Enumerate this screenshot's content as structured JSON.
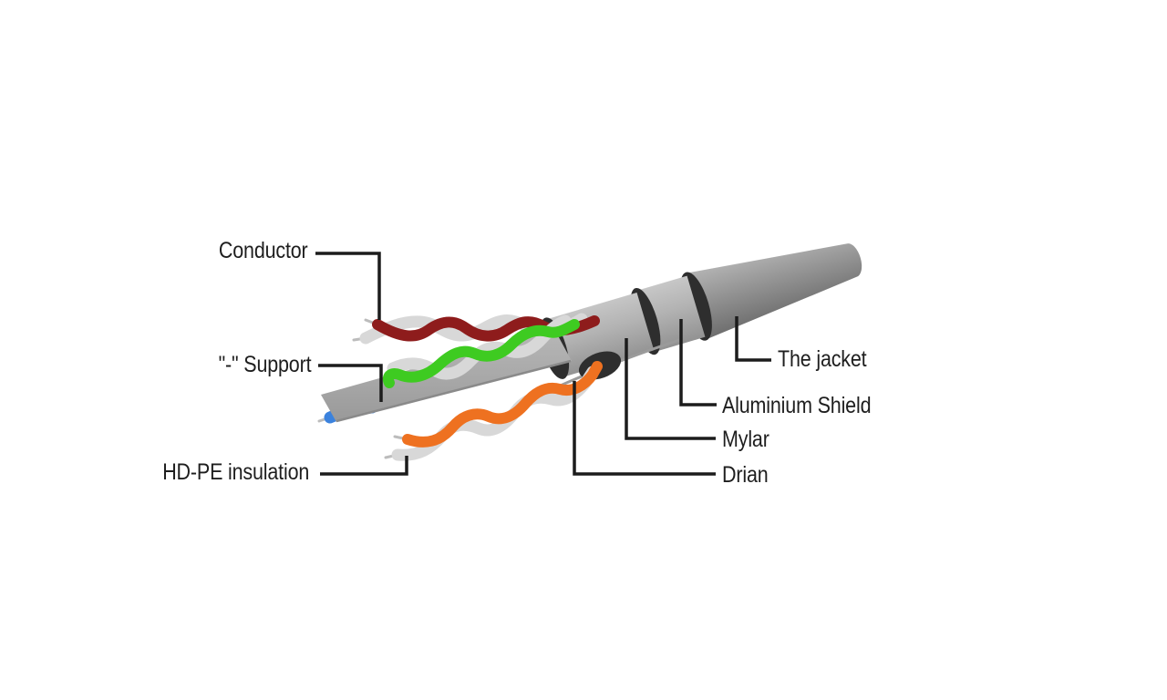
{
  "diagram": {
    "name": "ftp-cable-construction-diagram",
    "labels": {
      "conductor": "Conductor",
      "support": "\"-\" Support",
      "hd_pe": "HD-PE insulation",
      "jacket": "The jacket",
      "aluminium_shield": "Aluminium Shield",
      "mylar": "Mylar",
      "drian": "Drian"
    },
    "colors": {
      "pair_maroon": "#8e1c1c",
      "pair_green": "#3ecb21",
      "pair_orange": "#ee7120",
      "wire_blue": "#3b82dd",
      "wire_white": "#d8d8d8",
      "pin_silver": "#bcbcbc",
      "support_strip": "#a9a9a9",
      "strip_edge": "#8a8a8a",
      "cable_gray": "#b3b3b3",
      "jacket_gray": "#949494",
      "ring_black": "#2e2e2e",
      "drain_gray": "#9b9b9b",
      "leader_line": "#1c1c1c",
      "text": "#1e1e1e",
      "background": "#ffffff"
    }
  }
}
